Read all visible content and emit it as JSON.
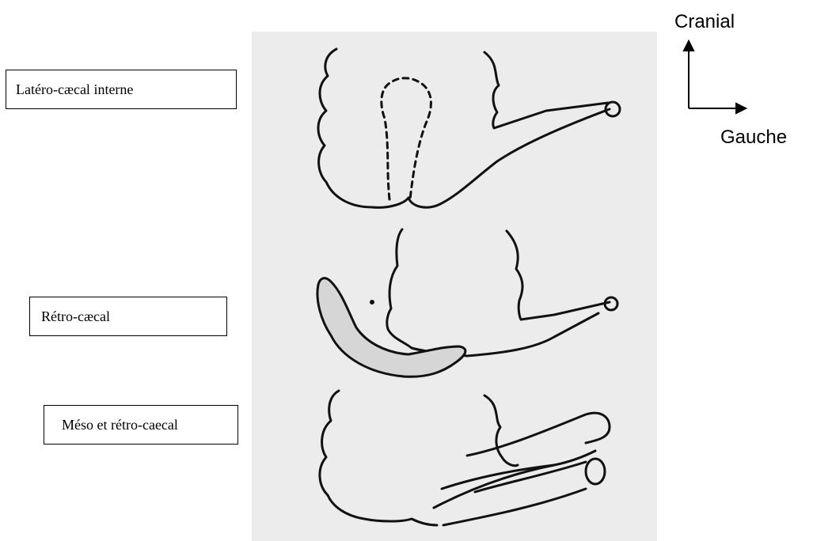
{
  "labels": {
    "lateral_internal": "Latéro-cæcal interne",
    "retro": "Rétro-cæcal",
    "meso_retro": "Méso et rétro-caecal"
  },
  "orientation": {
    "up_label": "Cranial",
    "right_label": "Gauche"
  },
  "colors": {
    "figure_background": "#ececec",
    "stroke": "#111111",
    "stipple_fill": "#d6d6d6"
  }
}
